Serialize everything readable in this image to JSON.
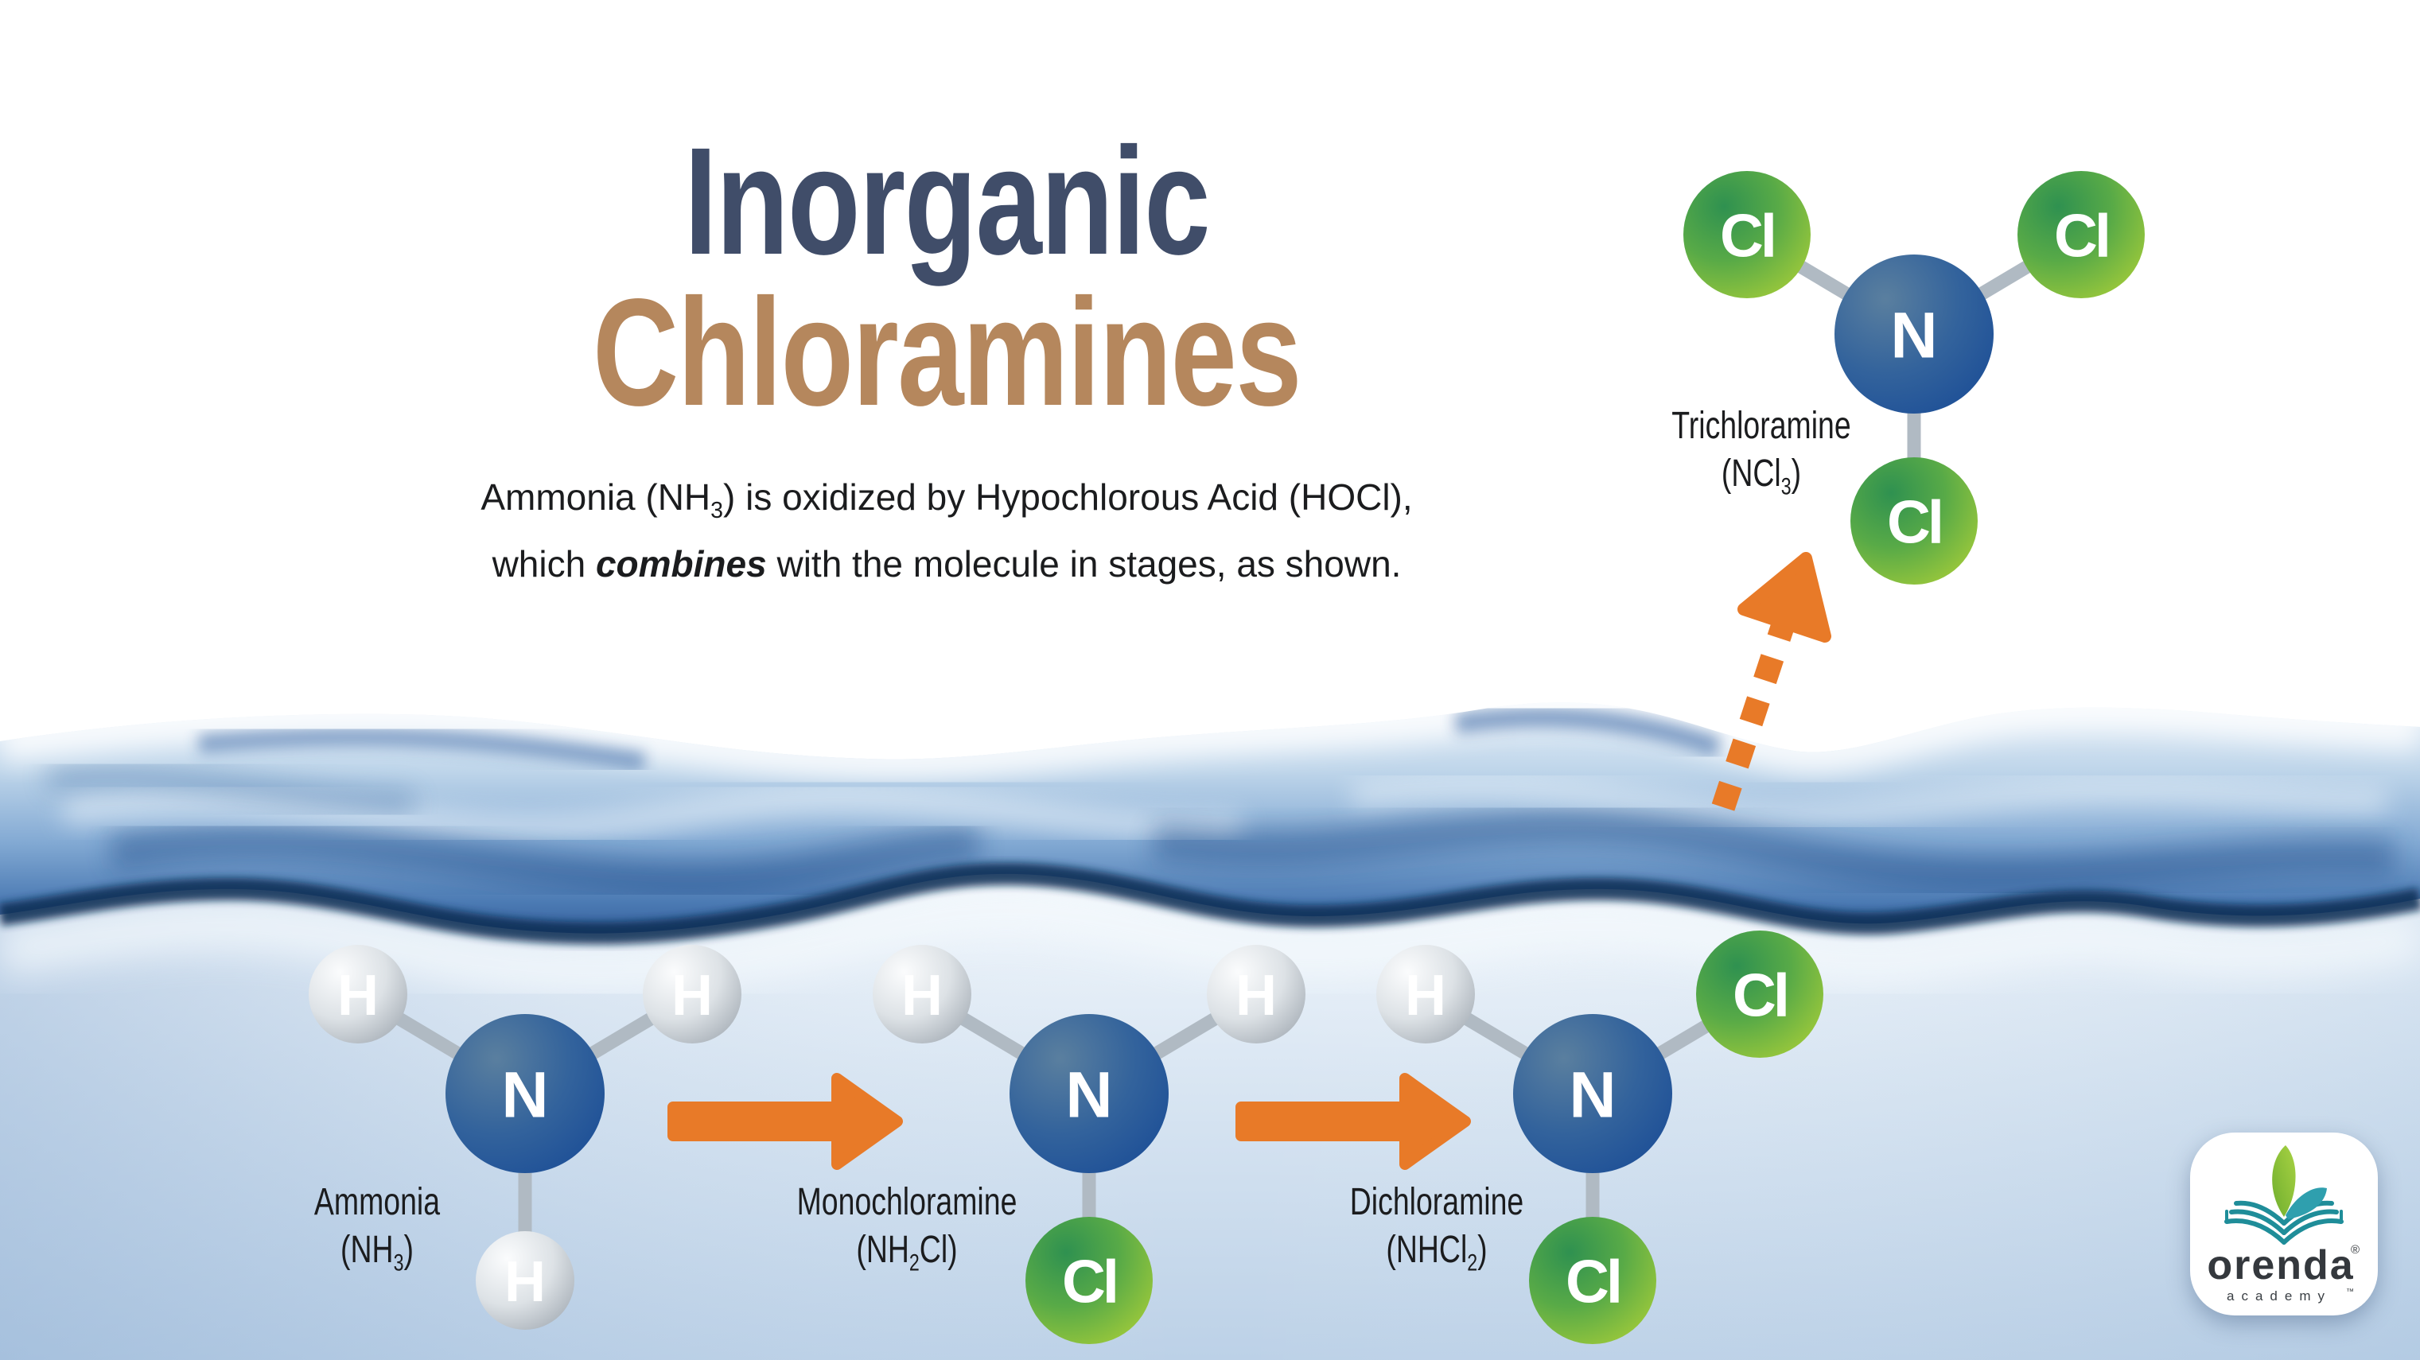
{
  "header": {
    "title_line1": "Inorganic",
    "title_line2": "Chloramines",
    "subtitle_l1_pre": "Ammonia (NH",
    "subtitle_l1_sub": "3",
    "subtitle_l1_post": ") is oxidized by Hypochlorous Acid (HOCl),",
    "subtitle_l2_pre": "which ",
    "subtitle_l2_emph": "combines",
    "subtitle_l2_post": " with the molecule in stages, as shown."
  },
  "molecules": [
    {
      "name": "Ammonia",
      "f_pre": "(NH",
      "f_sub": "3",
      "f_post": ")",
      "atoms": {
        "center": "N",
        "up_left": "H",
        "up_right": "H",
        "bottom": "H"
      }
    },
    {
      "name": "Monochloramine",
      "f_pre": "(NH",
      "f_sub": "2",
      "f_post": "Cl)",
      "atoms": {
        "center": "N",
        "up_left": "H",
        "up_right": "H",
        "bottom": "Cl"
      }
    },
    {
      "name": "Dichloramine",
      "f_pre": "(NHCl",
      "f_sub": "2",
      "f_post": ")",
      "atoms": {
        "center": "N",
        "up_left": "H",
        "up_right": "Cl",
        "bottom": "Cl"
      }
    },
    {
      "name": "Trichloramine",
      "f_pre": "(NCl",
      "f_sub": "3",
      "f_post": ")",
      "atoms": {
        "center": "N",
        "up_left": "Cl",
        "up_right": "Cl",
        "bottom": "Cl"
      }
    }
  ],
  "logo": {
    "brand": "orenda",
    "registered": "®",
    "sub_brand": "academy",
    "trademark": "™"
  },
  "colors": {
    "title_navy": "#404d69",
    "title_tan": "#b5875d",
    "body_text": "#1b1c1e",
    "arrow_orange": "#e87a28",
    "nitrogen_blue": "#2a5b9c",
    "hydrogen_gray": "#c9cfd5",
    "chlorine_green": "#58aa47",
    "bond_gray": "#b0bac3",
    "water_blue": "#4f7fb8",
    "logo_teal": "#1f8d99",
    "logo_leaf_green": "#8cc63f",
    "logo_text": "#34383d"
  }
}
